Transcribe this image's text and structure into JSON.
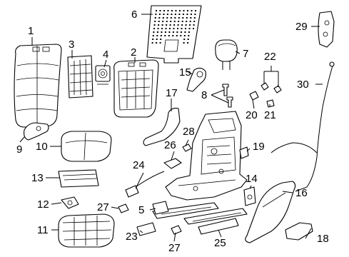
{
  "callouts": [
    "1",
    "2",
    "3",
    "4",
    "5",
    "6",
    "7",
    "8",
    "9",
    "10",
    "11",
    "12",
    "13",
    "14",
    "15",
    "16",
    "17",
    "18",
    "19",
    "20",
    "21",
    "22",
    "23",
    "24",
    "25",
    "26",
    "27",
    "28",
    "29",
    "30"
  ],
  "repeat_callouts": {
    "c27b": "27"
  }
}
